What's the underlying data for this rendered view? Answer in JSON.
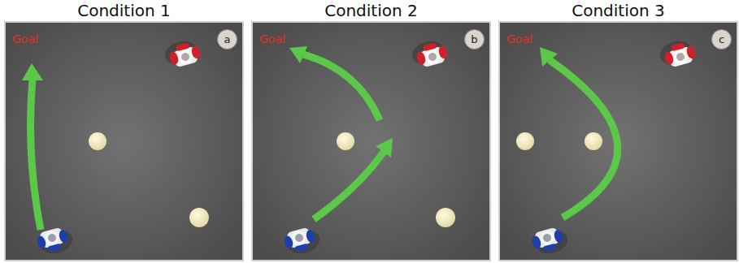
{
  "diagram": {
    "nodes": [
      {
        "text": [
          "Condition 1",
          "Goal"
        ]
      },
      {
        "text": [
          "a"
        ],
        "in": 0
      },
      {
        "text": [
          "Condition 2",
          "Goal"
        ]
      },
      {
        "text": [
          "b"
        ],
        "in": 2
      },
      {
        "text": [
          "Condition 3",
          "Goal"
        ]
      },
      {
        "text": [
          "c"
        ],
        "in": 4
      }
    ]
  }
}
